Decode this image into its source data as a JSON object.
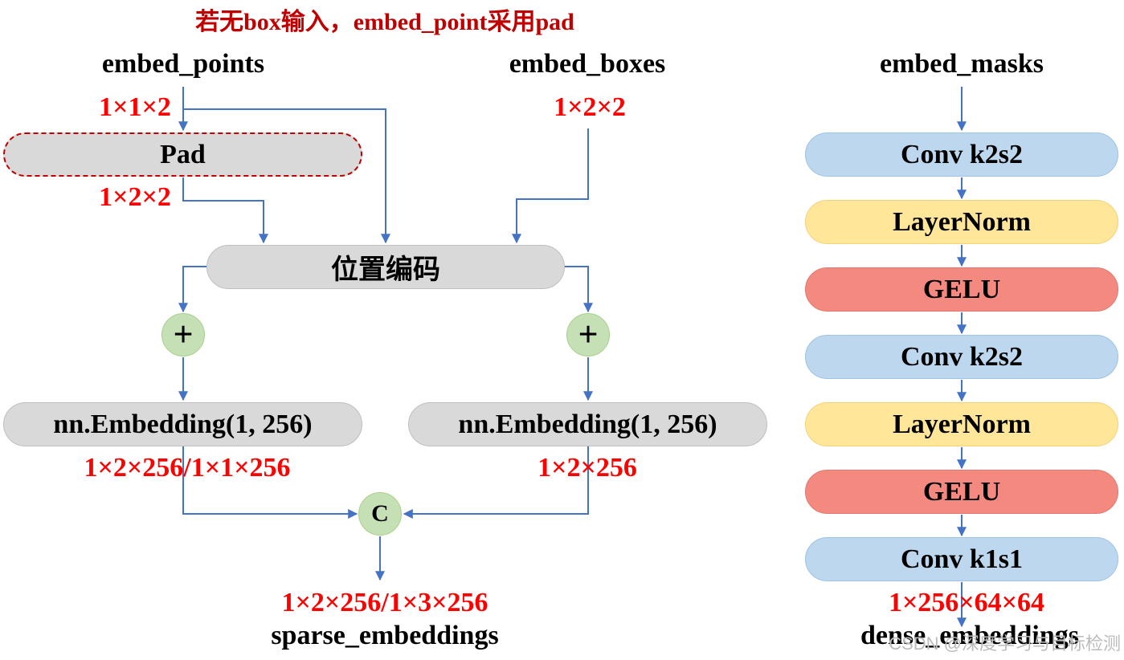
{
  "note": "若无box输入，embed_point采用pad",
  "points": {
    "title": "embed_points",
    "in_shape": "1×1×2",
    "pad_label": "Pad",
    "pad_shape": "1×2×2"
  },
  "boxes": {
    "title": "embed_boxes",
    "in_shape": "1×2×2"
  },
  "pe_label": "位置编码",
  "plus_symbol": "+",
  "embedding_left": "nn.Embedding(1, 256)",
  "embedding_right": "nn.Embedding(1, 256)",
  "shape_left": "1×2×256/1×1×256",
  "shape_right": "1×2×256",
  "concat_symbol": "C",
  "sparse": {
    "shape": "1×2×256/1×3×256",
    "title": "sparse_embeddings"
  },
  "masks": {
    "title": "embed_masks",
    "layers": [
      "Conv k2s2",
      "LayerNorm",
      "GELU",
      "Conv k2s2",
      "LayerNorm",
      "GELU",
      "Conv k1s1"
    ],
    "out_shape": "1×256×64×64",
    "out_title": "dense_embeddings"
  },
  "watermark": "CSDN @深度学习与目标检测"
}
